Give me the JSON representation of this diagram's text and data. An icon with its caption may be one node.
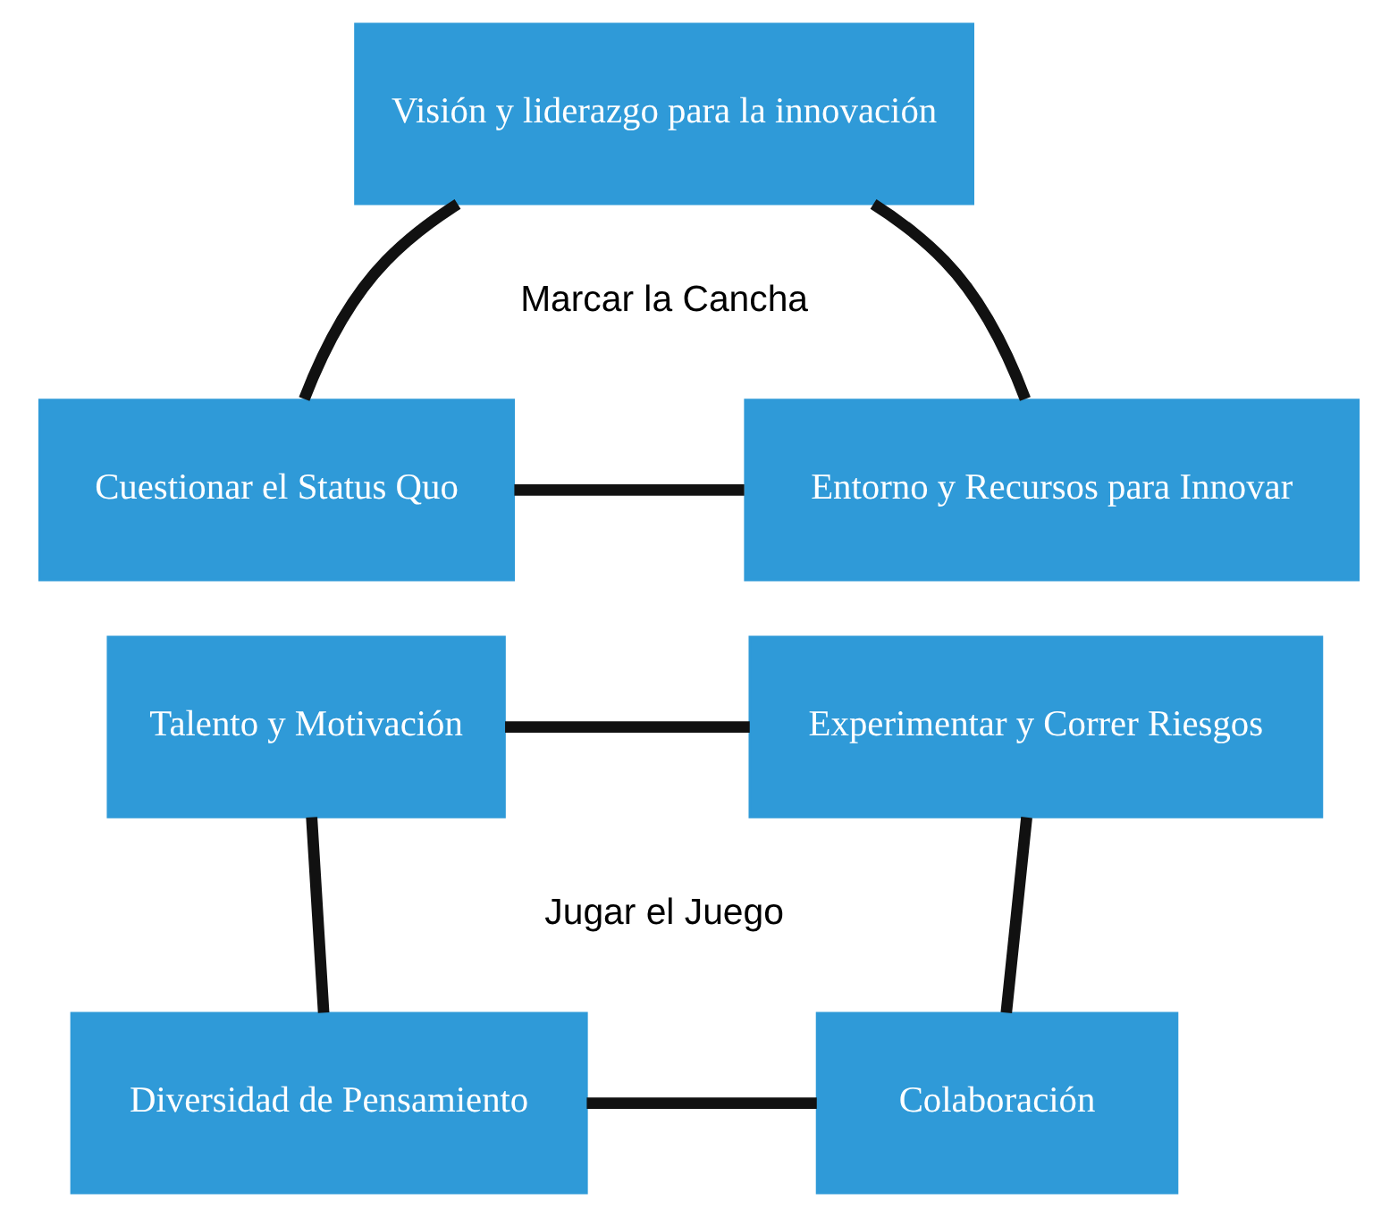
{
  "diagram": {
    "nodes": [
      {
        "text": [
          "Visión y liderazgo para la innovación"
        ]
      },
      {
        "text": [
          "Cuestionar el Status Quo"
        ]
      },
      {
        "text": [
          "Entorno y Recursos para Innovar"
        ]
      },
      {
        "text": [
          "Talento y Motivación"
        ]
      },
      {
        "text": [
          "Experimentar y Correr Riesgos"
        ]
      },
      {
        "text": [
          "Diversidad de Pensamiento"
        ]
      },
      {
        "text": [
          "Colaboración"
        ]
      }
    ],
    "edges": [
      {
        "from": 0,
        "to": 1,
        "arrow": "none"
      },
      {
        "from": 0,
        "to": 2,
        "arrow": "none"
      },
      {
        "from": 1,
        "to": 2,
        "arrow": "none"
      },
      {
        "from": 3,
        "to": 4,
        "arrow": "none"
      },
      {
        "from": 3,
        "to": 5,
        "arrow": "none"
      },
      {
        "from": 4,
        "to": 6,
        "arrow": "none"
      },
      {
        "from": 5,
        "to": 6,
        "arrow": "none"
      }
    ],
    "labels": [
      "Marcar la Cancha",
      "Jugar el Juego"
    ]
  }
}
